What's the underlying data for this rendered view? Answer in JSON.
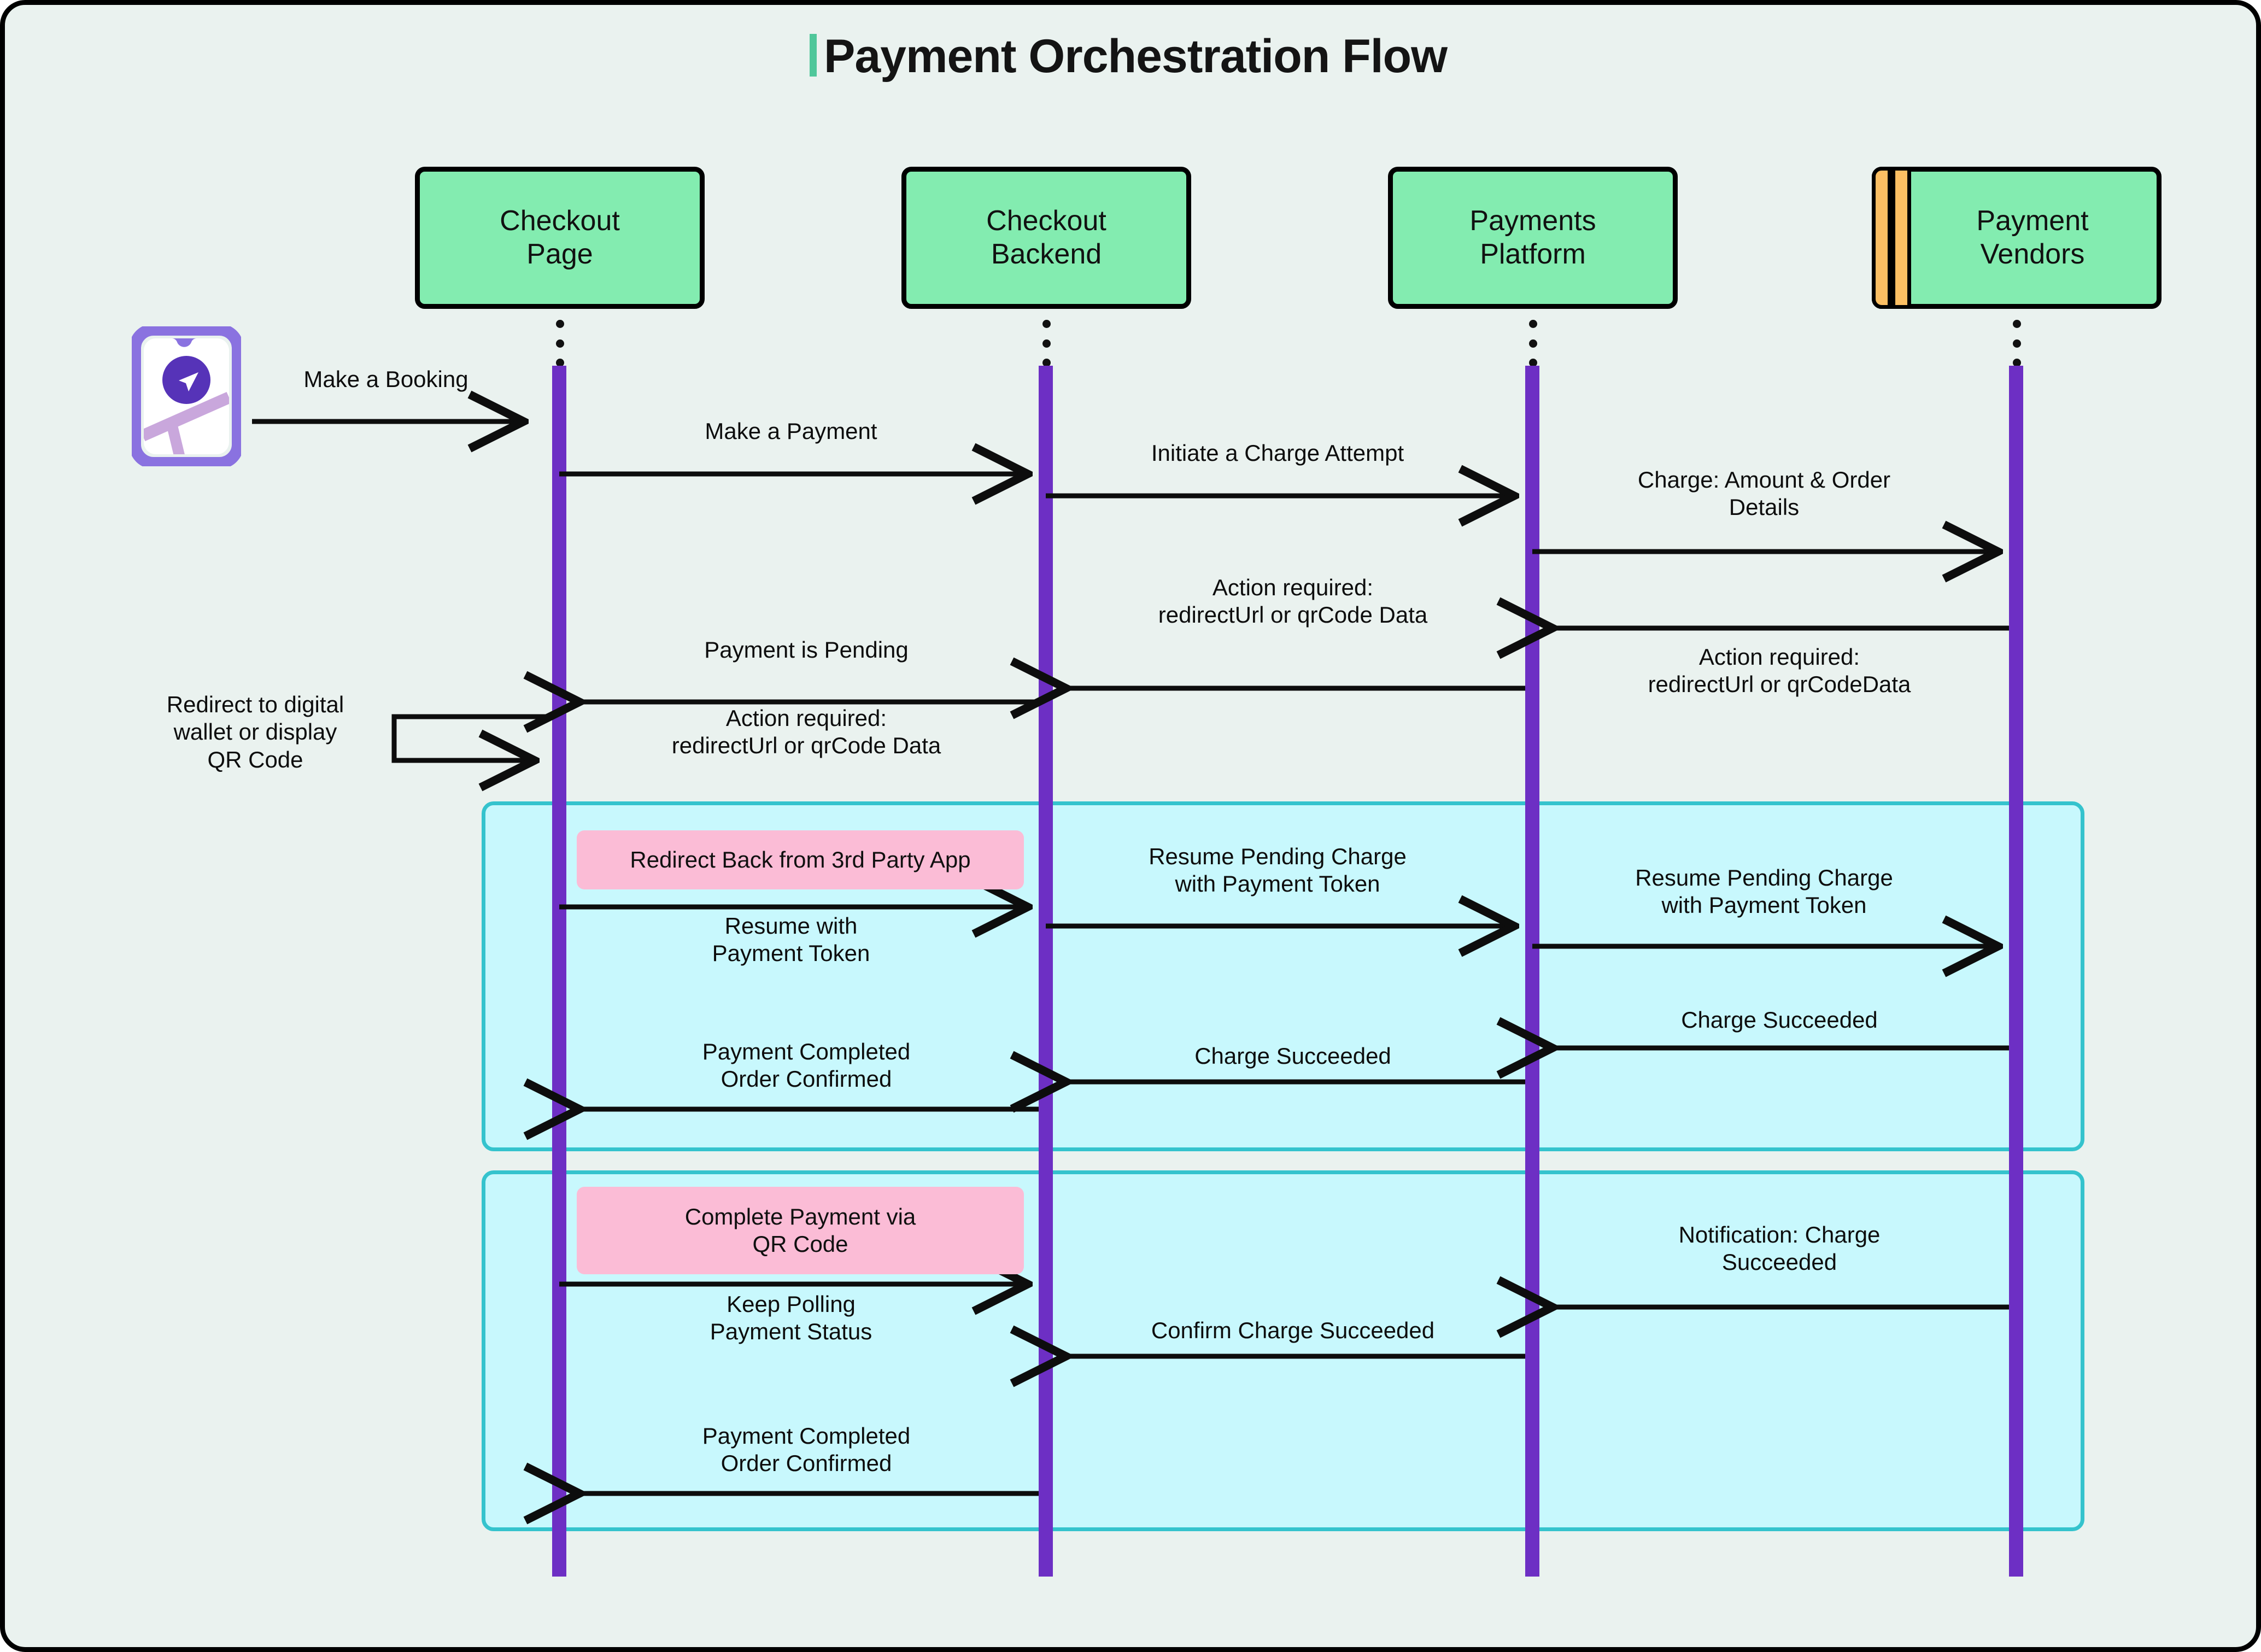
{
  "title": "Payment Orchestration Flow",
  "accent_color": "#4fc79a",
  "colors": {
    "canvas_bg": "#eaf2ef",
    "participant_fill": "#83ecb0",
    "participant_stroke": "#000000",
    "stripe": "#fcbf63",
    "lifeline_activation": "#6d2fc4",
    "frame_fill": "#c8f8fd",
    "frame_stroke": "#35c3cd",
    "note_fill": "#fbbcd6",
    "arrow": "#0d0d0d",
    "phone_body": "#8a72e0",
    "phone_accent": "#5633b8",
    "phone_road": "#c9a7dc"
  },
  "actor": {
    "icon": "mobile-map-app-icon",
    "label": ""
  },
  "participants": [
    {
      "id": "checkout-page",
      "line1": "Checkout",
      "line2": "Page",
      "striped": false
    },
    {
      "id": "checkout-backend",
      "line1": "Checkout",
      "line2": "Backend",
      "striped": false
    },
    {
      "id": "payments-platform",
      "line1": "Payments",
      "line2": "Platform",
      "striped": false
    },
    {
      "id": "payment-vendors",
      "line1": "Payment",
      "line2": "Vendors",
      "striped": true
    }
  ],
  "messages": [
    {
      "id": "m1",
      "text": "Make a Booking",
      "from": "actor",
      "to": "checkout-page",
      "dir": "right"
    },
    {
      "id": "m2",
      "text": "Make a Payment",
      "from": "checkout-page",
      "to": "checkout-backend",
      "dir": "right"
    },
    {
      "id": "m3",
      "text": "Initiate a Charge Attempt",
      "from": "checkout-backend",
      "to": "payments-platform",
      "dir": "right"
    },
    {
      "id": "m4",
      "text": "Charge: Amount & Order\nDetails",
      "from": "payments-platform",
      "to": "payment-vendors",
      "dir": "right"
    },
    {
      "id": "m5",
      "text": "Action required:\nredirectUrl or qrCodeData",
      "from": "payment-vendors",
      "to": "payments-platform",
      "dir": "left"
    },
    {
      "id": "m6",
      "text": "Action required:\nredirectUrl or qrCode Data",
      "from": "payments-platform",
      "to": "checkout-backend",
      "dir": "left"
    },
    {
      "id": "m7",
      "text": "Payment is Pending",
      "from": "checkout-backend",
      "to": "checkout-page",
      "dir": "left"
    },
    {
      "id": "m8",
      "text": "Action required:\nredirectUrl or qrCode Data",
      "from": "checkout-backend",
      "to": "checkout-page",
      "dir": "left"
    },
    {
      "id": "m9",
      "text": "Redirect to digital\nwallet or display\nQR Code",
      "from": "checkout-page",
      "to": "checkout-page",
      "dir": "self"
    }
  ],
  "frames": [
    {
      "id": "frame-redirect",
      "note": "Redirect Back from 3rd Party App",
      "messages": [
        {
          "id": "f1m1",
          "text": "Resume with\nPayment Token",
          "from": "checkout-page",
          "to": "checkout-backend",
          "dir": "right"
        },
        {
          "id": "f1m2",
          "text": "Resume Pending Charge\nwith Payment Token",
          "from": "checkout-backend",
          "to": "payments-platform",
          "dir": "right"
        },
        {
          "id": "f1m3",
          "text": "Resume Pending Charge\nwith Payment Token",
          "from": "payments-platform",
          "to": "payment-vendors",
          "dir": "right"
        },
        {
          "id": "f1m4",
          "text": "Charge Succeeded",
          "from": "payment-vendors",
          "to": "payments-platform",
          "dir": "left"
        },
        {
          "id": "f1m5",
          "text": "Charge Succeeded",
          "from": "payments-platform",
          "to": "checkout-backend",
          "dir": "left"
        },
        {
          "id": "f1m6",
          "text": "Payment Completed\nOrder Confirmed",
          "from": "checkout-backend",
          "to": "checkout-page",
          "dir": "left"
        }
      ]
    },
    {
      "id": "frame-qr",
      "note": "Complete Payment via\nQR Code",
      "messages": [
        {
          "id": "f2m1",
          "text": "Keep Polling\nPayment Status",
          "from": "checkout-page",
          "to": "checkout-backend",
          "dir": "right"
        },
        {
          "id": "f2m2",
          "text": "Notification: Charge\nSucceeded",
          "from": "payment-vendors",
          "to": "payments-platform",
          "dir": "left"
        },
        {
          "id": "f2m3",
          "text": "Confirm Charge Succeeded",
          "from": "payments-platform",
          "to": "checkout-backend",
          "dir": "left"
        },
        {
          "id": "f2m4",
          "text": "Payment Completed\nOrder Confirmed",
          "from": "checkout-backend",
          "to": "checkout-page",
          "dir": "left"
        }
      ]
    }
  ]
}
